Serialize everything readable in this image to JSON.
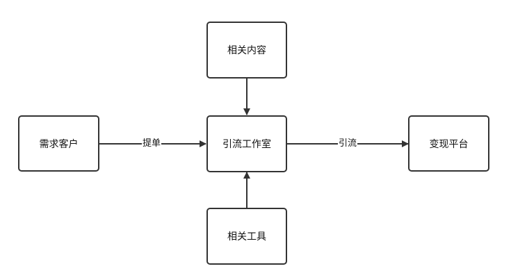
{
  "diagram": {
    "nodes": {
      "related_content": "相关内容",
      "demand_customer": "需求客户",
      "traffic_studio": "引流工作室",
      "monetization_platform": "变现平台",
      "related_tools": "相关工具"
    },
    "edges": {
      "order_label": "提单",
      "traffic_label": "引流"
    },
    "colors": {
      "stroke": "#333333",
      "background": "#ffffff"
    }
  }
}
